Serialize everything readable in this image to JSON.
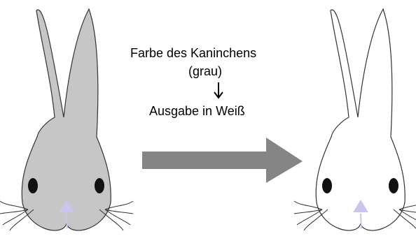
{
  "diagram": {
    "caption_line1": "Farbe des Kaninchens",
    "caption_line2": "(grau)",
    "caption_line3": "Ausgabe in Weiß"
  },
  "colors": {
    "input_fur": "#c6c6c6",
    "output_fur": "#ffffff",
    "outline": "#333333",
    "eye": "#111111",
    "nose": "#ccc4ec",
    "arrow": "#858585"
  },
  "icons": {
    "input": "gray-rabbit-head-icon",
    "output": "white-rabbit-head-icon",
    "transform": "right-arrow-icon",
    "small_arrow": "down-arrow-icon"
  }
}
